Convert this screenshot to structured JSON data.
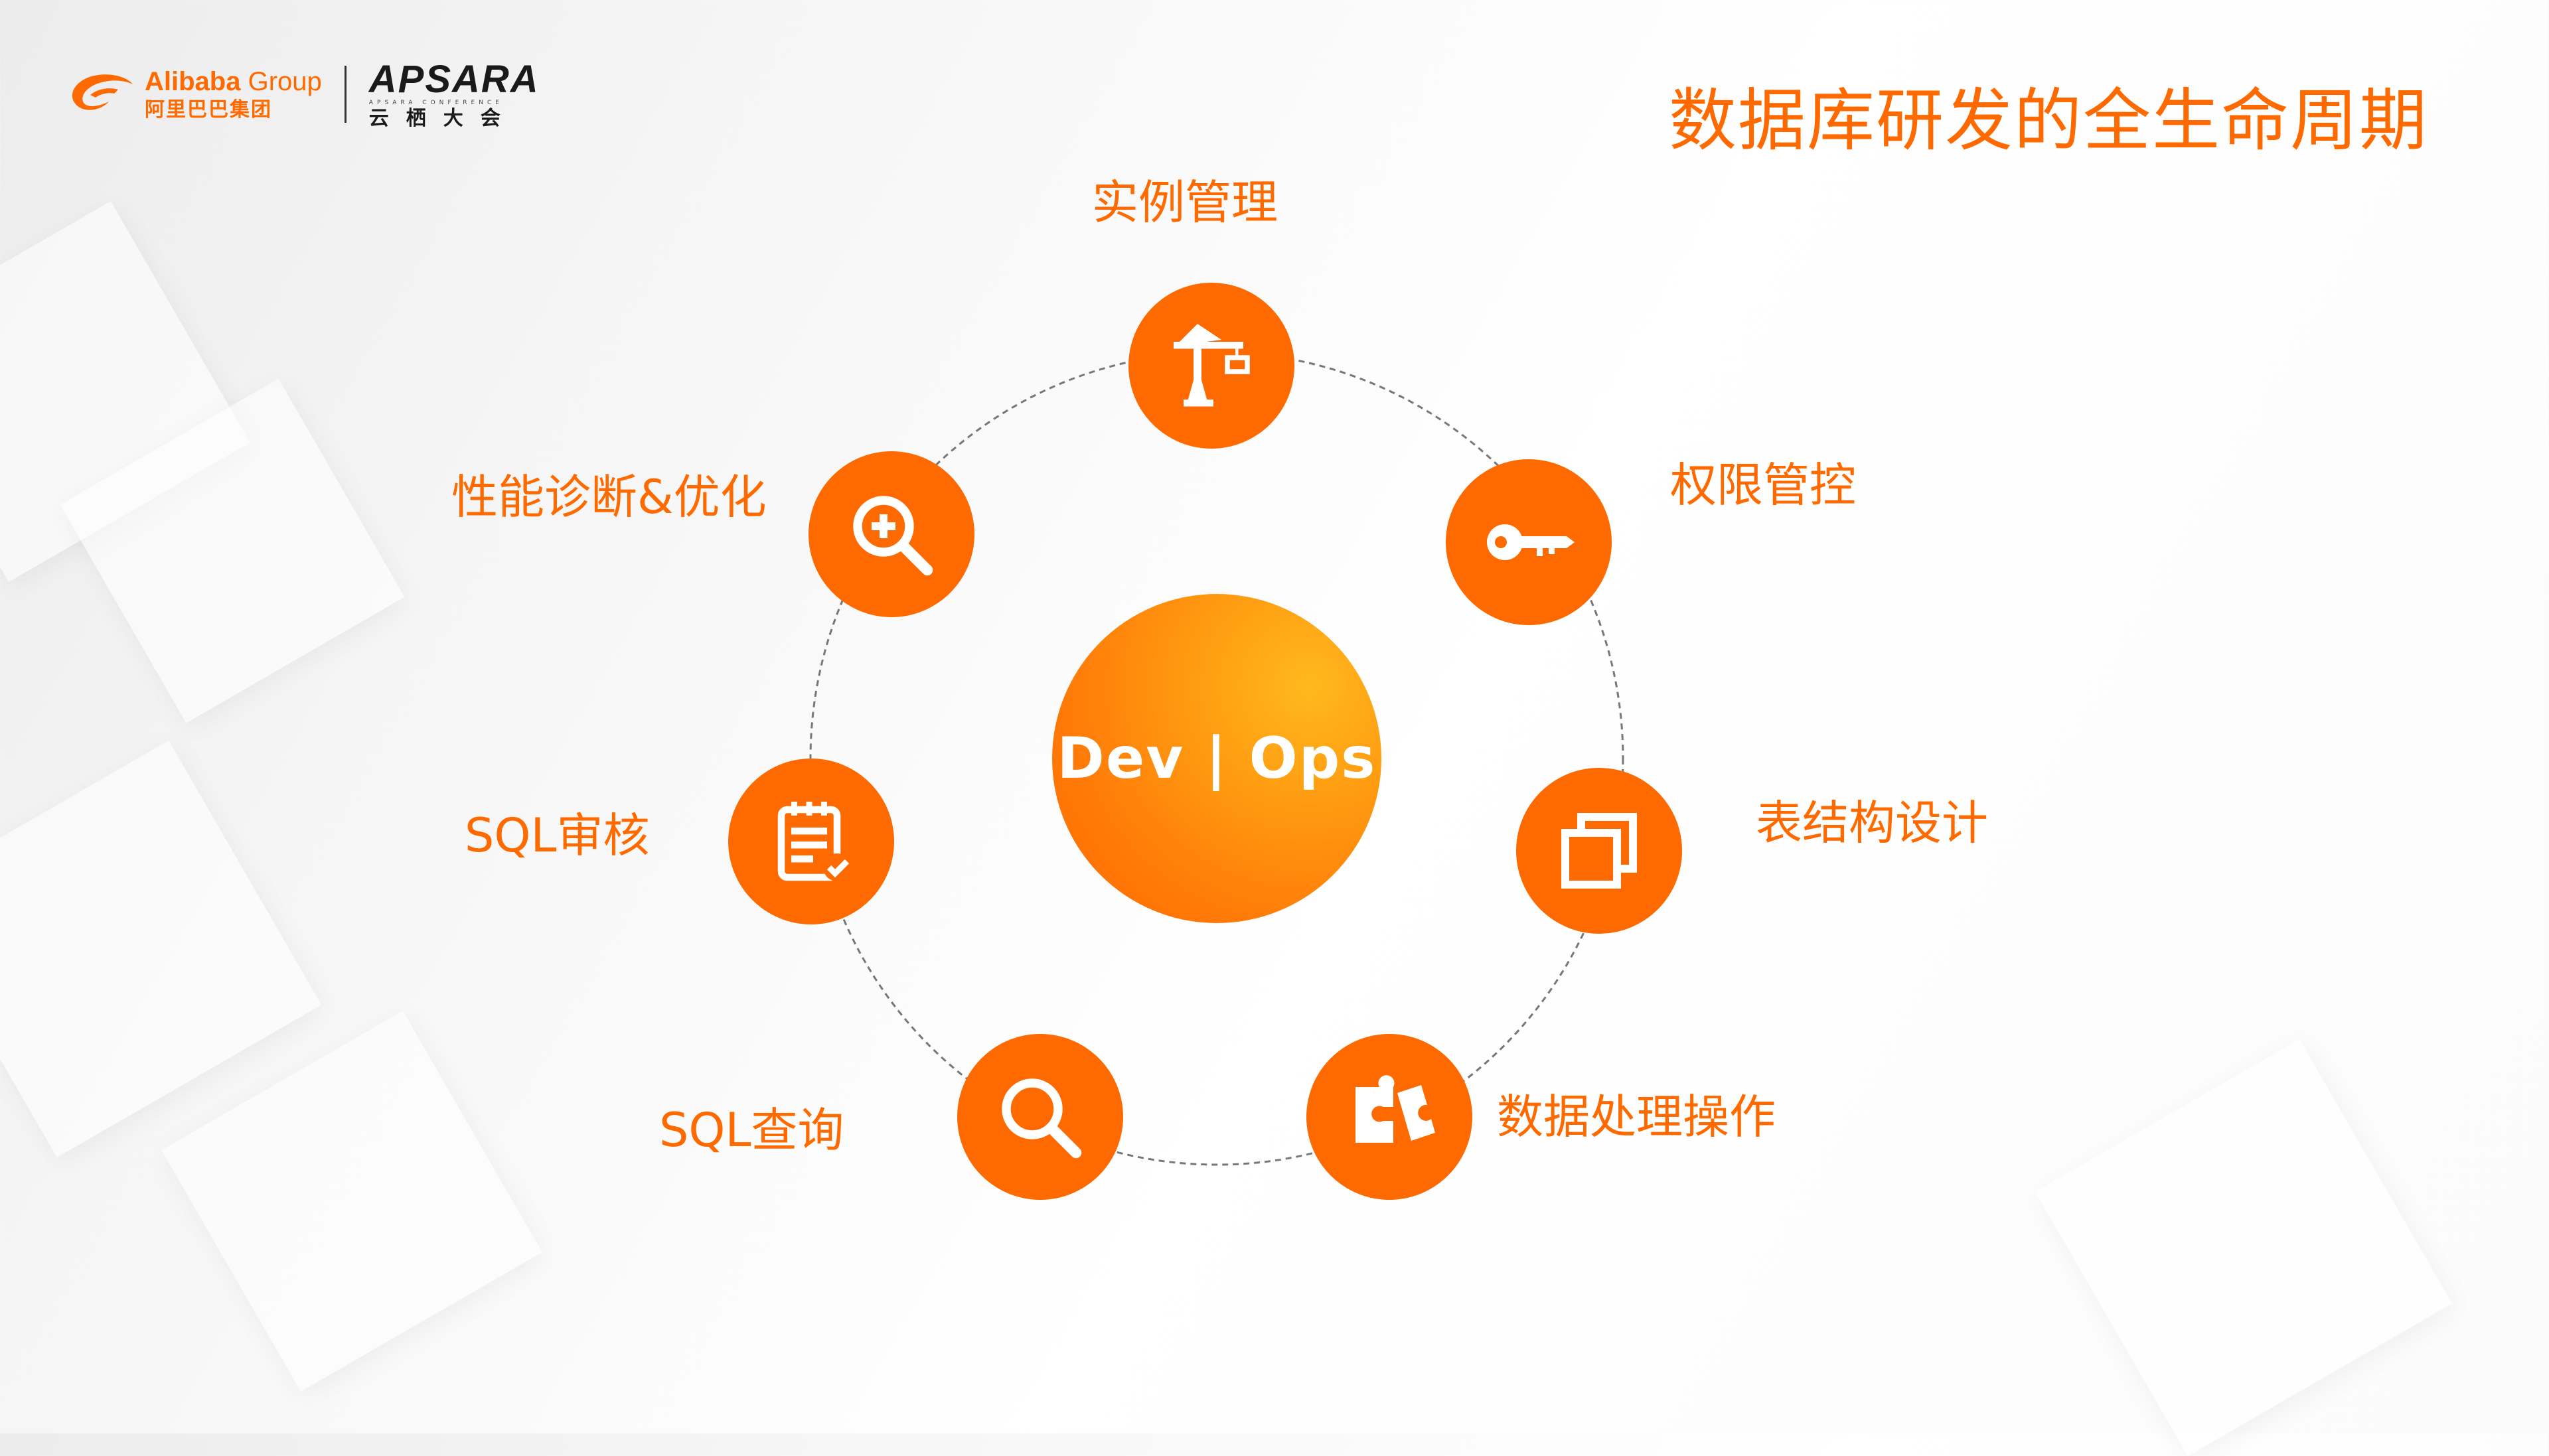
{
  "header": {
    "alibaba_en": "Alibaba",
    "alibaba_group": "Group",
    "alibaba_cn": "阿里巴巴集团",
    "apsara_name": "APSARA",
    "apsara_sub": "APSARA CONFERENCE",
    "apsara_cn": "云栖大会"
  },
  "title": "数据库研发的全生命周期",
  "center": {
    "label": "Dev | Ops"
  },
  "nodes": [
    {
      "label": "实例管理",
      "icon": "crane-icon"
    },
    {
      "label": "权限管控",
      "icon": "key-icon"
    },
    {
      "label": "表结构设计",
      "icon": "copy-windows-icon"
    },
    {
      "label": "数据处理操作",
      "icon": "puzzle-icon"
    },
    {
      "label": "SQL查询",
      "icon": "search-icon"
    },
    {
      "label": "SQL审核",
      "icon": "clipboard-check-icon"
    },
    {
      "label": "性能诊断&优化",
      "icon": "zoom-in-icon"
    }
  ],
  "colors": {
    "accent": "#ff6a00",
    "core_light": "#ffb81e",
    "ring": "#777777"
  }
}
